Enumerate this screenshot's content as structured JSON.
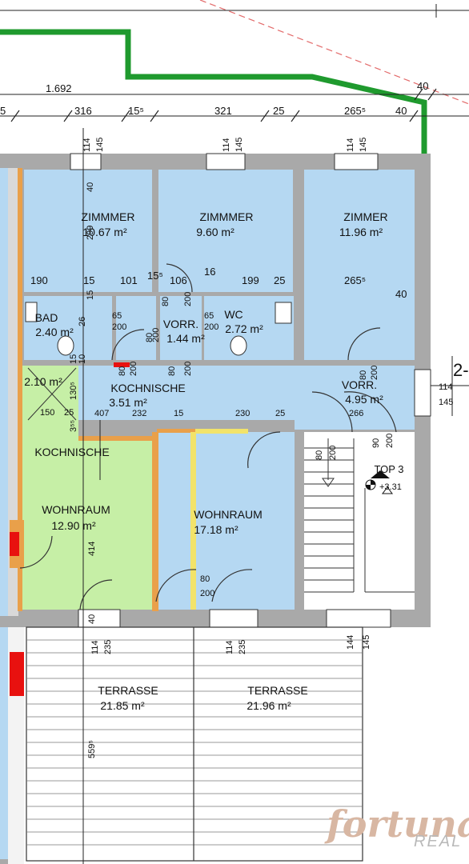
{
  "overall_dimension": "1.692",
  "top_dimensions": [
    "5",
    "316",
    "15⁵",
    "321",
    "25",
    "265⁵",
    "40"
  ],
  "corner_dimension": "40",
  "window_marks": [
    {
      "a": "114",
      "b": "145"
    },
    {
      "a": "114",
      "b": "145"
    },
    {
      "a": "114",
      "b": "145"
    },
    {
      "a": "114",
      "b": "145"
    },
    {
      "a": "114",
      "b": "235"
    },
    {
      "a": "114",
      "b": "235"
    },
    {
      "a": "144",
      "b": "145"
    }
  ],
  "rooms": [
    {
      "id": "zimmer1",
      "name": "ZIMMMER",
      "area": "10.67 m²"
    },
    {
      "id": "zimmer2",
      "name": "ZIMMMER",
      "area": "9.60 m²"
    },
    {
      "id": "zimmer3",
      "name": "ZIMMER",
      "area": "11.96 m²"
    },
    {
      "id": "bad",
      "name": "BAD",
      "area": "2.40 m²"
    },
    {
      "id": "vorr1",
      "name": "VORR.",
      "area": "1.44 m²"
    },
    {
      "id": "wc",
      "name": "WC",
      "area": "2.72 m²"
    },
    {
      "id": "kochnische1",
      "name": "KOCHNISCHE",
      "area": "3.51 m²"
    },
    {
      "id": "vorr2",
      "name": "VORR.",
      "area": "4.95 m²"
    },
    {
      "id": "small",
      "name": "",
      "area": "2.10 m²"
    },
    {
      "id": "kochnische2",
      "name": "KOCHNISCHE",
      "area": ""
    },
    {
      "id": "wohnraum1",
      "name": "WOHNRAUM",
      "area": "12.90 m²"
    },
    {
      "id": "wohnraum2",
      "name": "WOHNRAUM",
      "area": "17.18 m²"
    },
    {
      "id": "terrasse1",
      "name": "TERRASSE",
      "area": "21.85 m²"
    },
    {
      "id": "terrasse2",
      "name": "TERRASSE",
      "area": "21.96 m²"
    }
  ],
  "inner_dimensions": {
    "row1": [
      "190",
      "15",
      "101",
      "15⁵",
      "106",
      "16",
      "199",
      "25",
      "265⁵",
      "40"
    ],
    "row2": [
      "150",
      "25",
      "407",
      "232",
      "15",
      "230",
      "25",
      "266"
    ],
    "doors": [
      "65",
      "200",
      "80",
      "200",
      "65",
      "200",
      "80",
      "200",
      "80",
      "200",
      "80",
      "200",
      "80",
      "200",
      "80",
      "200",
      "90",
      "200",
      "80",
      "200"
    ],
    "vertical": [
      "40",
      "299",
      "15",
      "26",
      "15",
      "10",
      "130⁵",
      "3⁵⁵",
      "414",
      "40",
      "559⁵"
    ]
  },
  "top3": {
    "label": "TOP 3",
    "level": "+3.31"
  },
  "side_label": "2-",
  "side_dims": [
    "114",
    "145"
  ],
  "logo": {
    "main": "fortuna",
    "sub": "REAL"
  },
  "colors": {
    "room_blue": "#b5d8f2",
    "room_green": "#c6efa6",
    "wall_grey": "#a9a9a9",
    "wall_orange": "#e9a04a",
    "wall_yellow": "#f2e36a",
    "boundary_green": "#1f9a2e",
    "red": "#e8110f"
  }
}
